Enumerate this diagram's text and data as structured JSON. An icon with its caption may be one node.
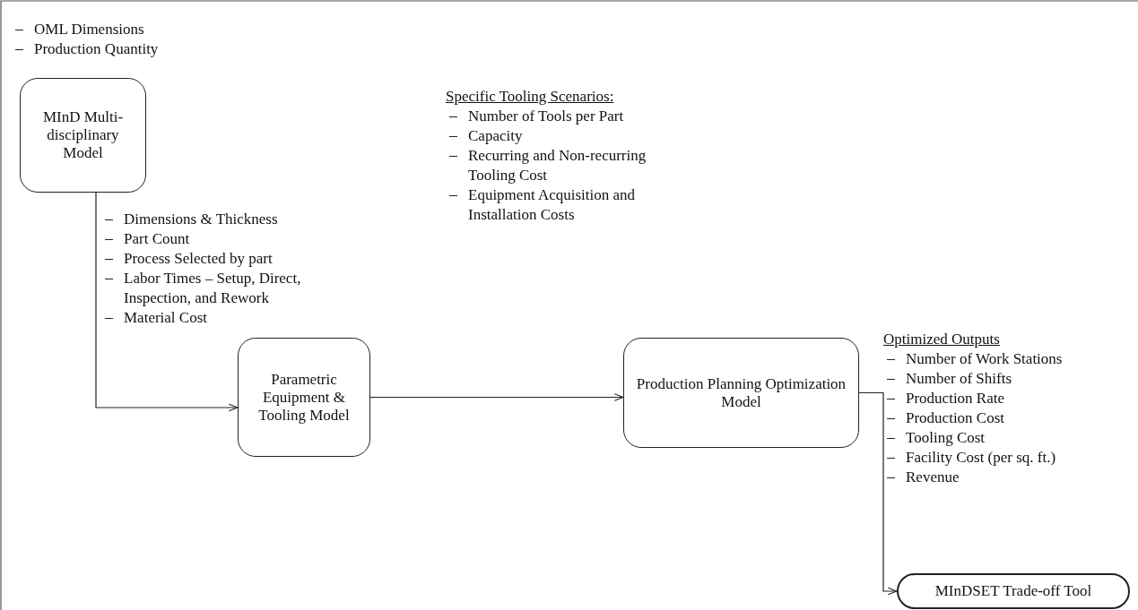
{
  "diagram": {
    "nodes": [
      {
        "text": [
          "MInD Multi-disciplinary Model"
        ]
      },
      {
        "text": [
          "Parametric Equipment & Tooling Model"
        ]
      },
      {
        "text": [
          "Production Planning Optimization Model"
        ]
      },
      {
        "text": [
          "MInDSET Trade-off Tool"
        ]
      }
    ],
    "edges": [
      {
        "from": 0,
        "to": 1,
        "arrow": "to"
      },
      {
        "from": 1,
        "to": 2,
        "arrow": "to"
      },
      {
        "from": 2,
        "to": 3,
        "arrow": "to"
      }
    ],
    "labels": [
      "OML Dimensions",
      "Production Quantity",
      "Dimensions & Thickness",
      "Part Count",
      "Process Selected by part",
      "Labor Times – Setup, Direct, Inspection, and Rework",
      "Material Cost",
      "Specific Tooling Scenarios:",
      "Number of Tools per Part",
      "Capacity",
      "Recurring and Non-recurring Tooling Cost",
      "Equipment Acquisition and Installation Costs",
      "Optimized Outputs",
      "Number of Work Stations",
      "Number of Shifts",
      "Production Rate",
      "Production Cost",
      "Tooling Cost",
      "Facility Cost (per sq. ft.)",
      "Revenue"
    ]
  }
}
